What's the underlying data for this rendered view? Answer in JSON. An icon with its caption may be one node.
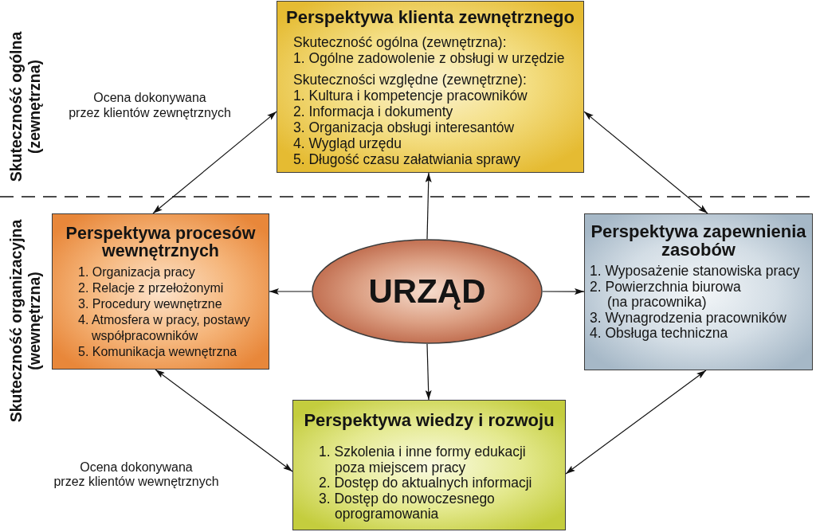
{
  "diagram": {
    "nodes": [
      {
        "text": [
          "Perspektywa klienta zewnętrznego",
          "Skuteczność ogólna (zewnętrzna):",
          "1. Ogólne zadowolenie z obsługi w urzędzie",
          "Skuteczności względne (zewnętrzne):",
          "1. Kultura i kompetencje pracowników",
          "2. Informacja i dokumenty",
          "3. Organizacja obsługi interesantów",
          "4. Wygląd urzędu",
          "5. Długość czasu załatwiania sprawy"
        ]
      },
      {
        "text": [
          "Perspektywa procesów wewnętrznych",
          "1. Organizacja pracy",
          "2. Relacje z przełożonymi",
          "3. Procedury wewnętrzne",
          "4. Atmosfera w pracy, postawy współpracowników",
          "5. Komunikacja wewnętrzna"
        ]
      },
      {
        "text": [
          "URZĄD"
        ]
      },
      {
        "text": [
          "Perspektywa zapewnienia zasobów",
          "1. Wyposażenie stanowiska pracy",
          "2. Powierzchnia biurowa (na pracownika)",
          "3. Wynagrodzenia pracowników",
          "4. Obsługa techniczna"
        ]
      },
      {
        "text": [
          "Perspektywa wiedzy i rozwoju",
          "1. Szkolenia i inne formy edukacji poza miejscem pracy",
          "2. Dostęp do aktualnych informacji",
          "3. Dostęp do nowoczesnego oprogramowania"
        ]
      }
    ],
    "edges": [
      {
        "from": 0,
        "to": 1,
        "arrow": "both"
      },
      {
        "from": 0,
        "to": 3,
        "arrow": "both"
      },
      {
        "from": 2,
        "to": 0,
        "arrow": "to"
      },
      {
        "from": 2,
        "to": 1,
        "arrow": "to"
      },
      {
        "from": 2,
        "to": 3,
        "arrow": "to"
      },
      {
        "from": 2,
        "to": 4,
        "arrow": "to"
      },
      {
        "from": 1,
        "to": 4,
        "arrow": "both"
      },
      {
        "from": 3,
        "to": 4,
        "arrow": "both"
      }
    ],
    "labels": [
      "Skuteczność ogólna (zewnętrzna)",
      "Ocena dokonywana przez klientów zewnętrznych",
      "Skuteczność organizacyjna (wewnętrzna)",
      "Ocena dokonywana przez klientów wewnętrznych"
    ]
  }
}
